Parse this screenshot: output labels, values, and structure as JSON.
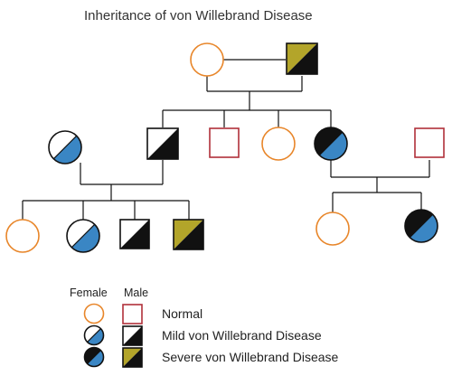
{
  "title": "Inheritance of von Willebrand Disease",
  "colors": {
    "normal_female": "#e8862a",
    "normal_male": "#b0303a",
    "mild_fill": "#3a86c4",
    "severe_male_fill": "#b3a52a",
    "affected_dark": "#111111",
    "line": "#111111"
  },
  "pedigree": {
    "generation_1": [
      {
        "sex": "female",
        "status": "normal"
      },
      {
        "sex": "male",
        "status": "severe"
      }
    ],
    "generation_2": [
      {
        "sex": "female",
        "status": "mild",
        "note": "spouse"
      },
      {
        "sex": "male",
        "status": "mild"
      },
      {
        "sex": "male",
        "status": "normal"
      },
      {
        "sex": "female",
        "status": "normal"
      },
      {
        "sex": "female",
        "status": "severe"
      },
      {
        "sex": "male",
        "status": "normal",
        "note": "spouse"
      }
    ],
    "generation_3": [
      {
        "sex": "female",
        "status": "normal"
      },
      {
        "sex": "female",
        "status": "mild"
      },
      {
        "sex": "male",
        "status": "mild"
      },
      {
        "sex": "male",
        "status": "severe"
      },
      {
        "sex": "female",
        "status": "normal"
      },
      {
        "sex": "female",
        "status": "severe"
      }
    ]
  },
  "legend": {
    "female_header": "Female",
    "male_header": "Male",
    "rows": [
      {
        "status": "normal",
        "label": "Normal"
      },
      {
        "status": "mild",
        "label": "Mild von Willebrand Disease"
      },
      {
        "status": "severe",
        "label": "Severe von Willebrand Disease"
      }
    ]
  }
}
